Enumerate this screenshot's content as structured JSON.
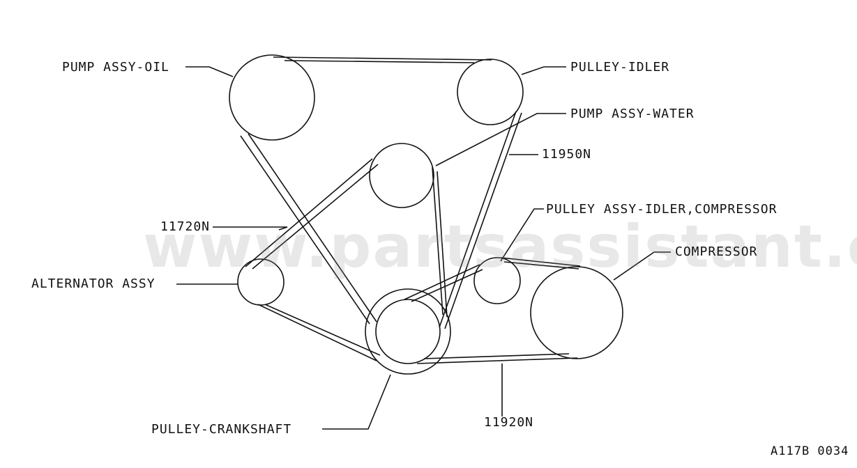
{
  "watermark": "www.partsassistant.com",
  "labels": {
    "pump_oil": "PUMP ASSY-OIL",
    "pulley_idler": "PULLEY-IDLER",
    "pump_water": "PUMP ASSY-WATER",
    "belt_11950n": "11950N",
    "idler_compressor": "PULLEY ASSY-IDLER,COMPRESSOR",
    "belt_11720n": "11720N",
    "compressor": "COMPRESSOR",
    "alternator": "ALTERNATOR ASSY",
    "crankshaft": "PULLEY-CRANKSHAFT",
    "belt_11920n": "11920N",
    "figure_ref": "A117B 0034"
  },
  "colors": {
    "line": "#111111",
    "watermark": "#969696"
  }
}
